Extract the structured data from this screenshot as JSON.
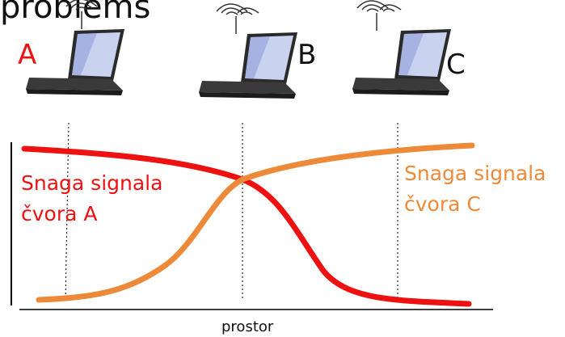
{
  "title_fragment": "problems",
  "nodes": [
    {
      "id": "A",
      "label": "A",
      "color": "#ee1111"
    },
    {
      "id": "B",
      "label": "B",
      "color": "#111111"
    },
    {
      "id": "C",
      "label": "C",
      "color": "#111111"
    }
  ],
  "signal_a": {
    "line1": "Snaga signala",
    "line2": "čvora A",
    "color": "#ee1111"
  },
  "signal_c": {
    "line1": "Snaga signala",
    "line2": "čvora C",
    "color": "#ed8a3a"
  },
  "xlabel": "prostor",
  "icons": [
    "laptop-icon",
    "wifi-icon"
  ]
}
